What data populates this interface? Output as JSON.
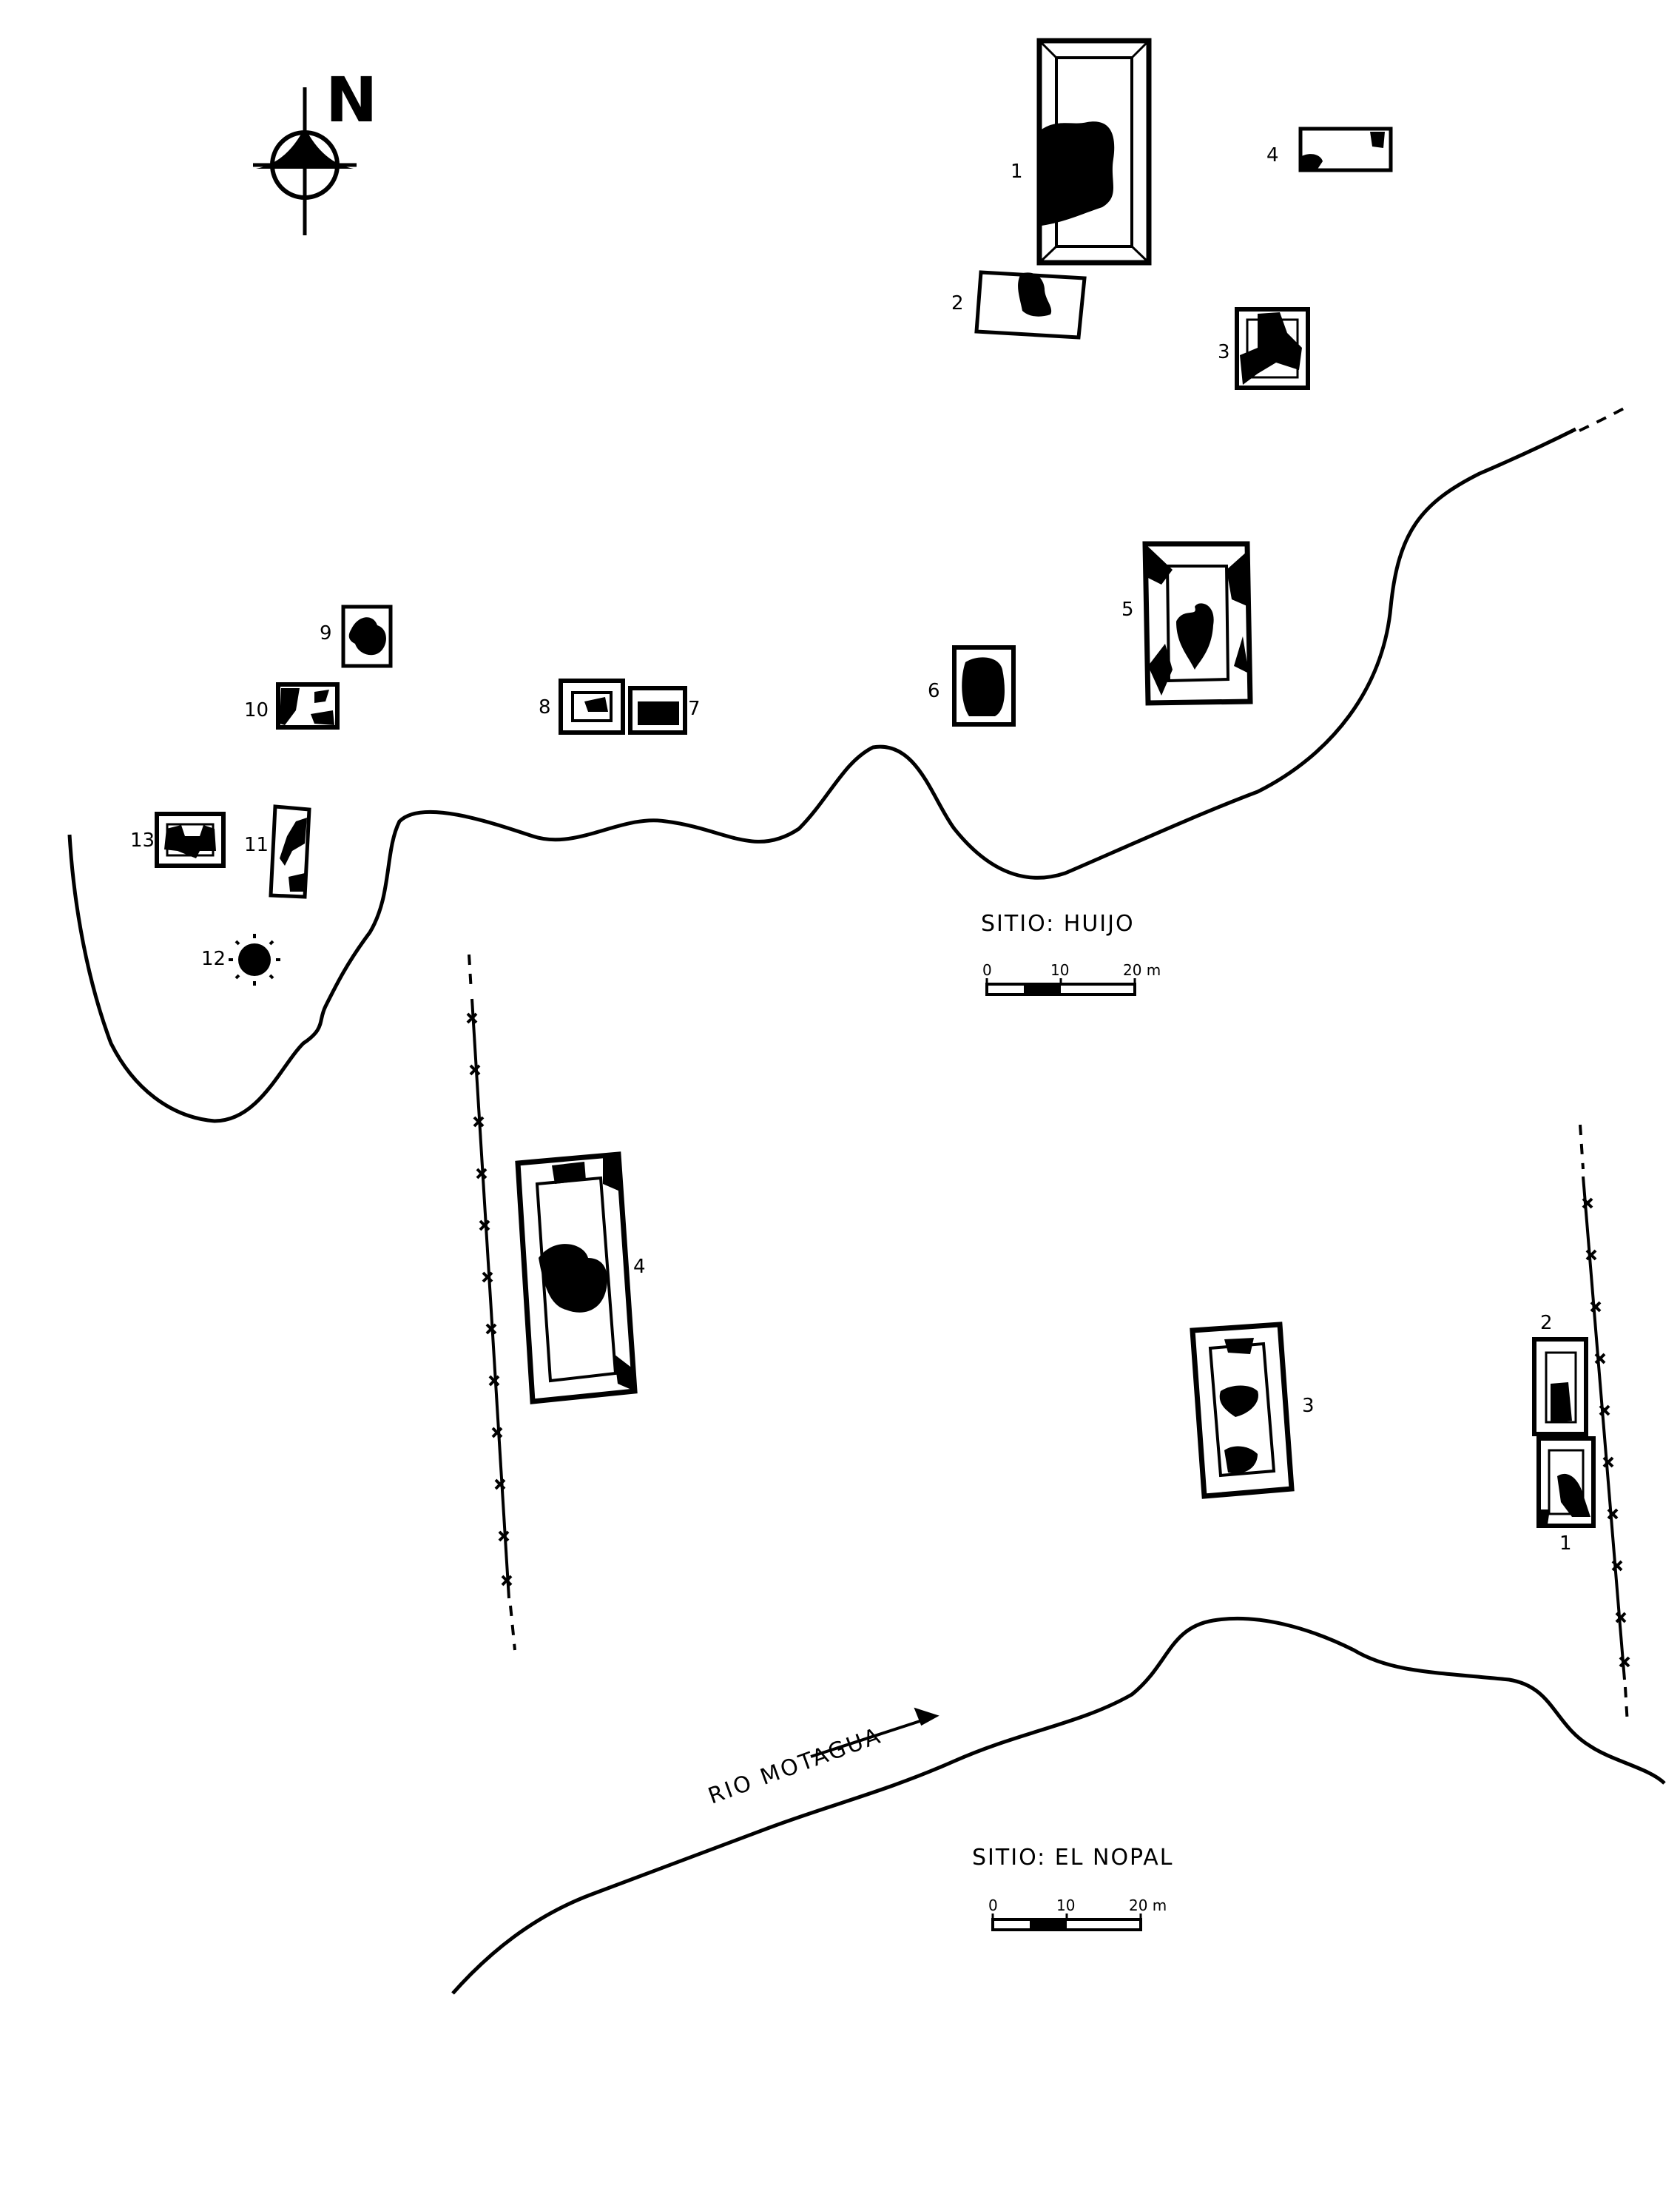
{
  "north_arrow": {
    "label": "N"
  },
  "sites": [
    {
      "name": "SITIO: HUIJO",
      "scale": {
        "tick_0": "0",
        "tick_10": "10",
        "tick_20": "20 m"
      },
      "structures": [
        "1",
        "2",
        "3",
        "4",
        "5",
        "6",
        "7",
        "8",
        "9",
        "10",
        "11",
        "12",
        "13"
      ]
    },
    {
      "name": "SITIO: EL NOPAL",
      "scale": {
        "tick_0": "0",
        "tick_10": "10",
        "tick_20": "20 m"
      },
      "structures": [
        "1",
        "2",
        "3",
        "4"
      ]
    }
  ],
  "river": {
    "label": "RIO MOTAGUA"
  },
  "colors": {
    "ink": "#000000",
    "paper": "#ffffff"
  }
}
